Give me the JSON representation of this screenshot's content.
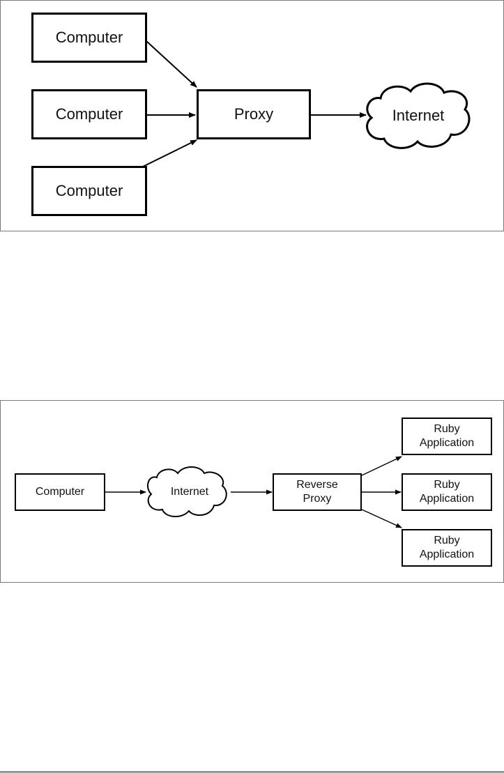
{
  "forward_proxy": {
    "computer_1": "Computer",
    "computer_2": "Computer",
    "computer_3": "Computer",
    "proxy": "Proxy",
    "internet": "Internet"
  },
  "reverse_proxy": {
    "computer": "Computer",
    "internet": "Internet",
    "reverse_proxy_line1": "Reverse",
    "reverse_proxy_line2": "Proxy",
    "app_1_line1": "Ruby",
    "app_1_line2": "Application",
    "app_2_line1": "Ruby",
    "app_2_line2": "Application",
    "app_3_line1": "Ruby",
    "app_3_line2": "Application"
  },
  "colors": {
    "stroke": "#000000",
    "panel_border": "#7a7a7a"
  }
}
